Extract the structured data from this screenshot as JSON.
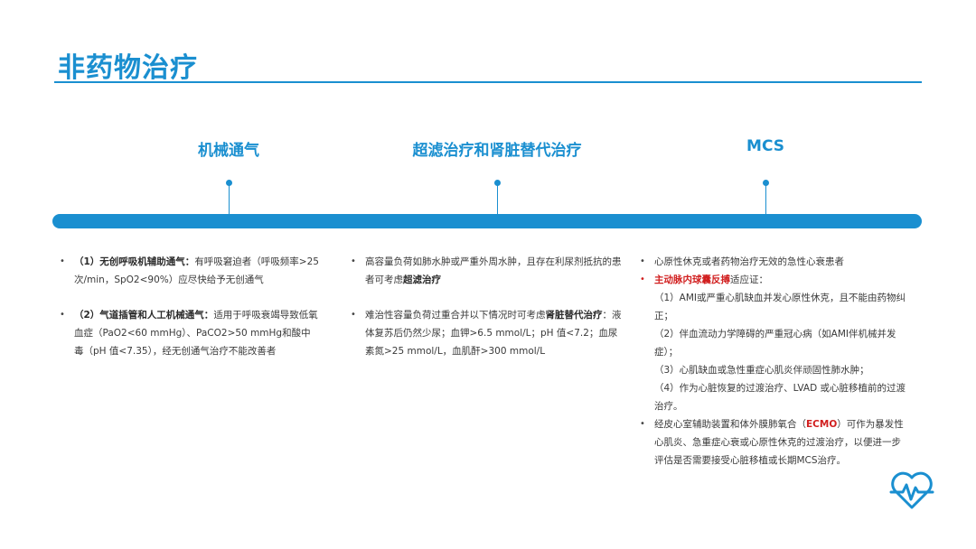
{
  "title": "非药物治疗",
  "timeline": {
    "headings": [
      "机械通气",
      "超滤治疗和肾脏替代治疗",
      "MCS"
    ]
  },
  "col1": {
    "item1": {
      "label": "（1）无创呼吸机辅助通气：",
      "text": "有呼吸窘迫者（呼吸频率>25次/min，SpO2<90%）应尽快给予无创通气"
    },
    "item2": {
      "label": "（2）气道插管和人工机械通气：",
      "text": "适用于呼吸衰竭导致低氧血症（PaO2<60 mmHg）、PaCO2>50 mmHg和酸中毒（pH 值<7.35），经无创通气治疗不能改善者"
    }
  },
  "col2": {
    "item1": {
      "text": "高容量负荷如肺水肿或严重外周水肿，且存在利尿剂抵抗的患者可考虑",
      "bold": "超滤治疗"
    },
    "item2": {
      "text1": "难治性容量负荷过重合并以下情况时可考虑",
      "bold": "肾脏替代治疗",
      "text2": "：液体复苏后仍然少尿；血钾>6.5 mmol/L；pH 值<7.2；血尿素氮>25 mmol/L，血肌酐>300 mmol/L"
    }
  },
  "col3": {
    "item1": "心原性休克或者药物治疗无效的急性心衰患者",
    "item2": {
      "red": "主动脉内球囊反搏",
      "text": "适应证："
    },
    "sub1": "（1）AMI或严重心肌缺血并发心原性休克，且不能由药物纠正；",
    "sub2": "（2）伴血流动力学障碍的严重冠心病（如AMI伴机械并发症）；",
    "sub3": "（3）心肌缺血或急性重症心肌炎伴顽固性肺水肿；",
    "sub4": "（4）作为心脏恢复的过渡治疗、LVAD 或心脏移植前的过渡治疗。",
    "item3": {
      "text1": "经皮心室辅助装置和体外膜肺氧合（",
      "red": "ECMO",
      "text2": "）可作为暴发性心肌炎、急重症心衰或心原性休克的过渡治疗，以便进一步评估是否需要接受心脏移植或长期MCS治疗。"
    }
  },
  "colors": {
    "accent": "#1a8fd0",
    "highlight": "#d11f1f"
  },
  "icons": {
    "corner": "heart-pulse-icon"
  }
}
